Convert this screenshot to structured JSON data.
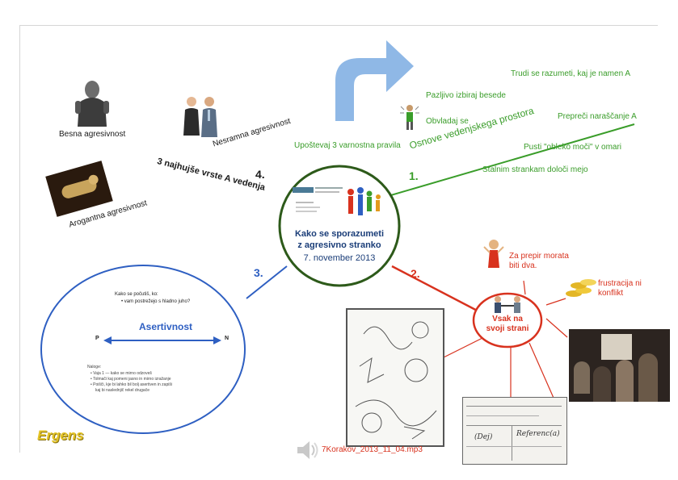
{
  "colors": {
    "green": "#3a9d2a",
    "red": "#d8321e",
    "blue": "#2e5fc2",
    "dark_green_ring": "#2d5a1a",
    "arrow_blue": "#8fb8e6",
    "logo_yellow": "#e3c326"
  },
  "center": {
    "title_line1": "Kako se sporazumeti",
    "title_line2": "z agresivno stranko",
    "date": "7. november 2013"
  },
  "branch1": {
    "number": "1.",
    "label": "Osnove vedenjskega prostora",
    "items": [
      "Trudi se razumeti, kaj je namen A",
      "Pazljivo izbiraj besede",
      "Obvladaj se",
      "Prepreči naraščanje A",
      "Upoštevaj 3 varnostna pravila",
      "Pusti \"obleko moči\" v omari",
      "Stalnim strankam določi mejo"
    ]
  },
  "branch2": {
    "number": "2.",
    "hub_line1": "Vsak na",
    "hub_line2": "svoji strani",
    "items": [
      "Za prepir morata",
      "biti dva.",
      "frustracija ni",
      "konflikt"
    ],
    "audio_file": "7Korakov_2013_11_04.mp3",
    "icons": [
      "speaker-icon"
    ]
  },
  "branch3": {
    "number": "3.",
    "intro_line1": "Kako se počutiš, ko:",
    "intro_bullet": "vam postrežejo s hladno juho?",
    "title": "Asertivnost",
    "left_pole": "P",
    "right_pole": "N",
    "notes_heading": "Naloge:",
    "notes": [
      "Vaja 1 — kako se mirno odzoveš",
      "Tolmači kaj pomeni jasno in mirno izražanje",
      "Poišči, kje bi lahko bil bolj asertiven in zapiši",
      "kaj bi naslednjič rekel drugače"
    ]
  },
  "branch4": {
    "number": "4.",
    "label": "3 najhujše vrste A vedenja",
    "items": [
      "Besna agresivnost",
      "Nesramna agresivnost",
      "Arogantna agresivnost"
    ]
  },
  "sheet": {
    "row1_left": "(Dej)",
    "row1_right": "Referenc(a)"
  },
  "logo": {
    "text": "Ergens"
  }
}
